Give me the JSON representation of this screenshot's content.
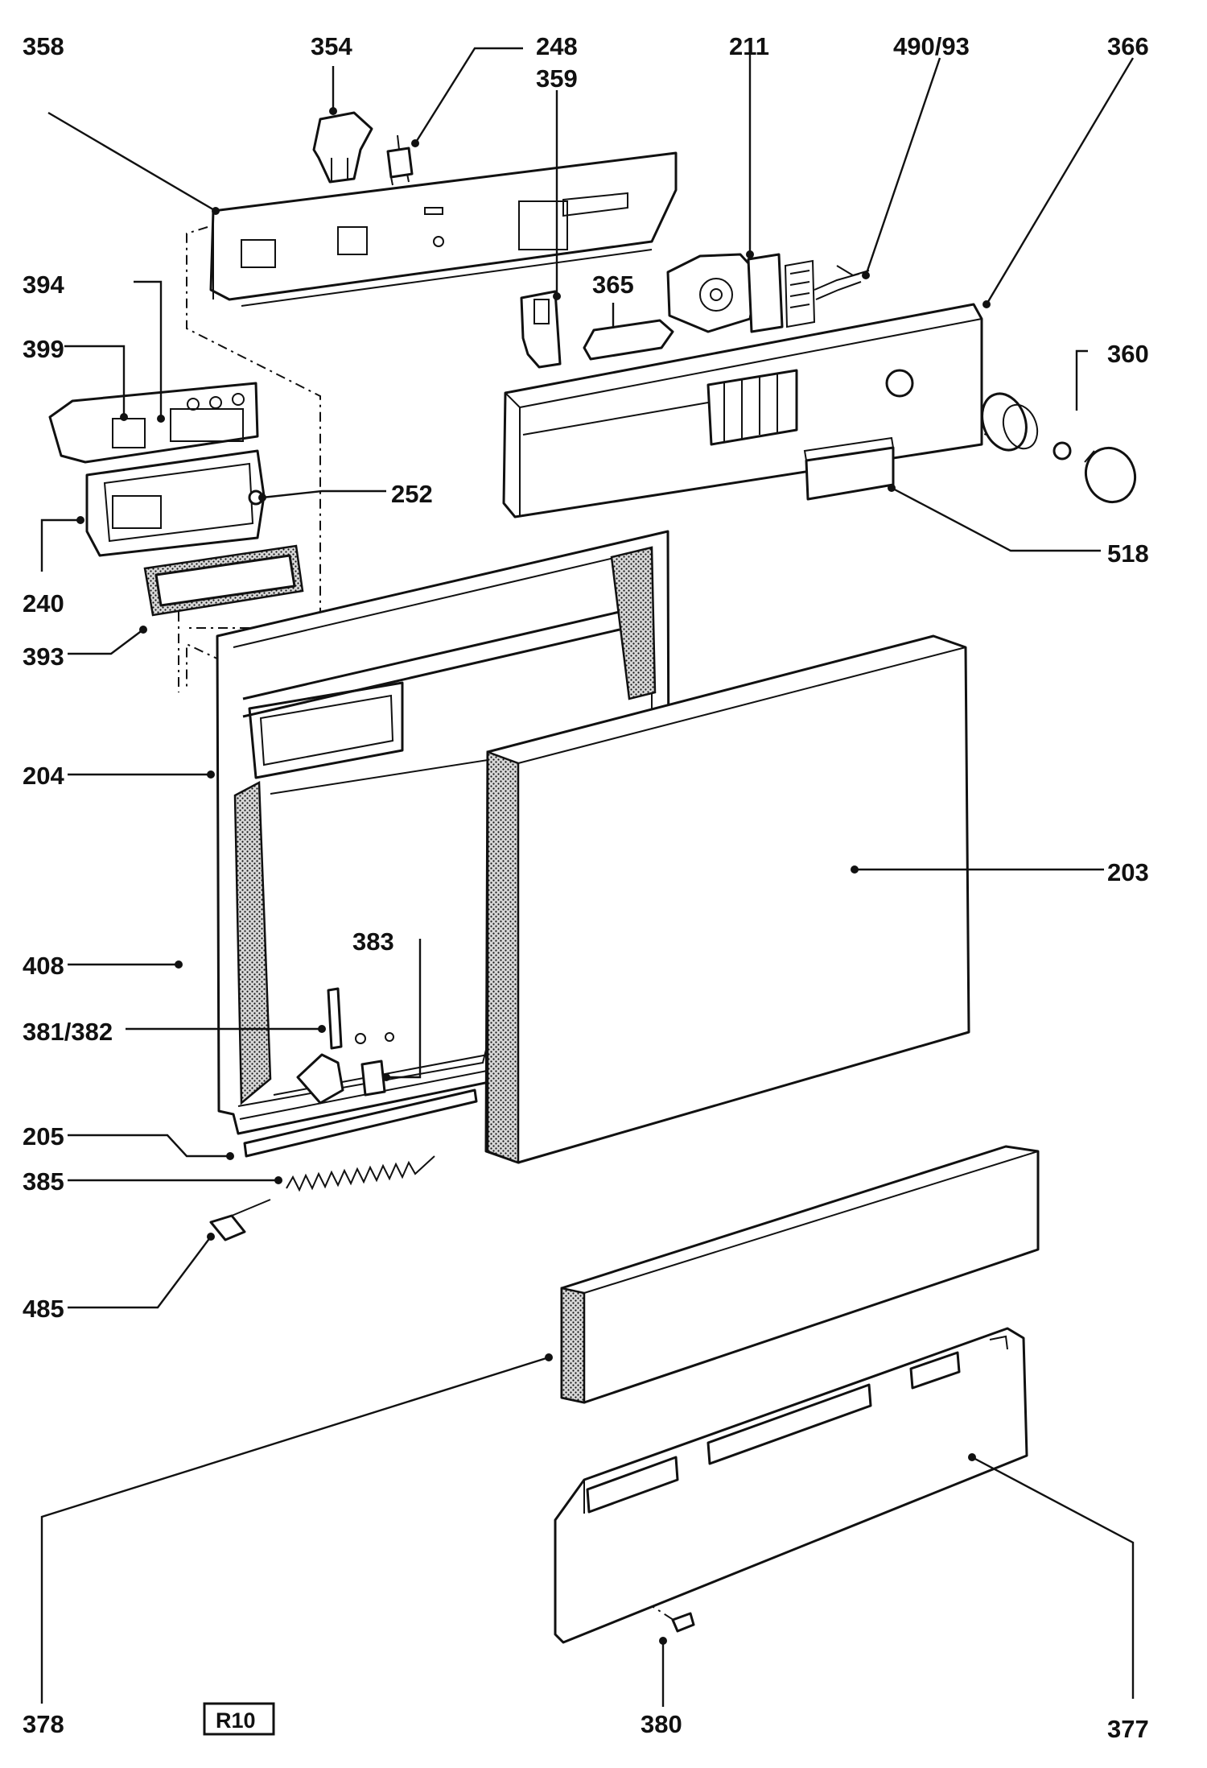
{
  "diagram": {
    "labels": {
      "p358": "358",
      "p354": "354",
      "p248": "248",
      "p359": "359",
      "p211": "211",
      "p490": "490/93",
      "p366": "366",
      "p394": "394",
      "p399": "399",
      "p365": "365",
      "p360": "360",
      "p252": "252",
      "p240": "240",
      "p518": "518",
      "p393": "393",
      "p204": "204",
      "p203": "203",
      "p408": "408",
      "p383": "383",
      "p381": "381/382",
      "p205": "205",
      "p385": "385",
      "p485": "485",
      "p378": "378",
      "p380": "380",
      "p377": "377"
    },
    "badge": "R10"
  }
}
